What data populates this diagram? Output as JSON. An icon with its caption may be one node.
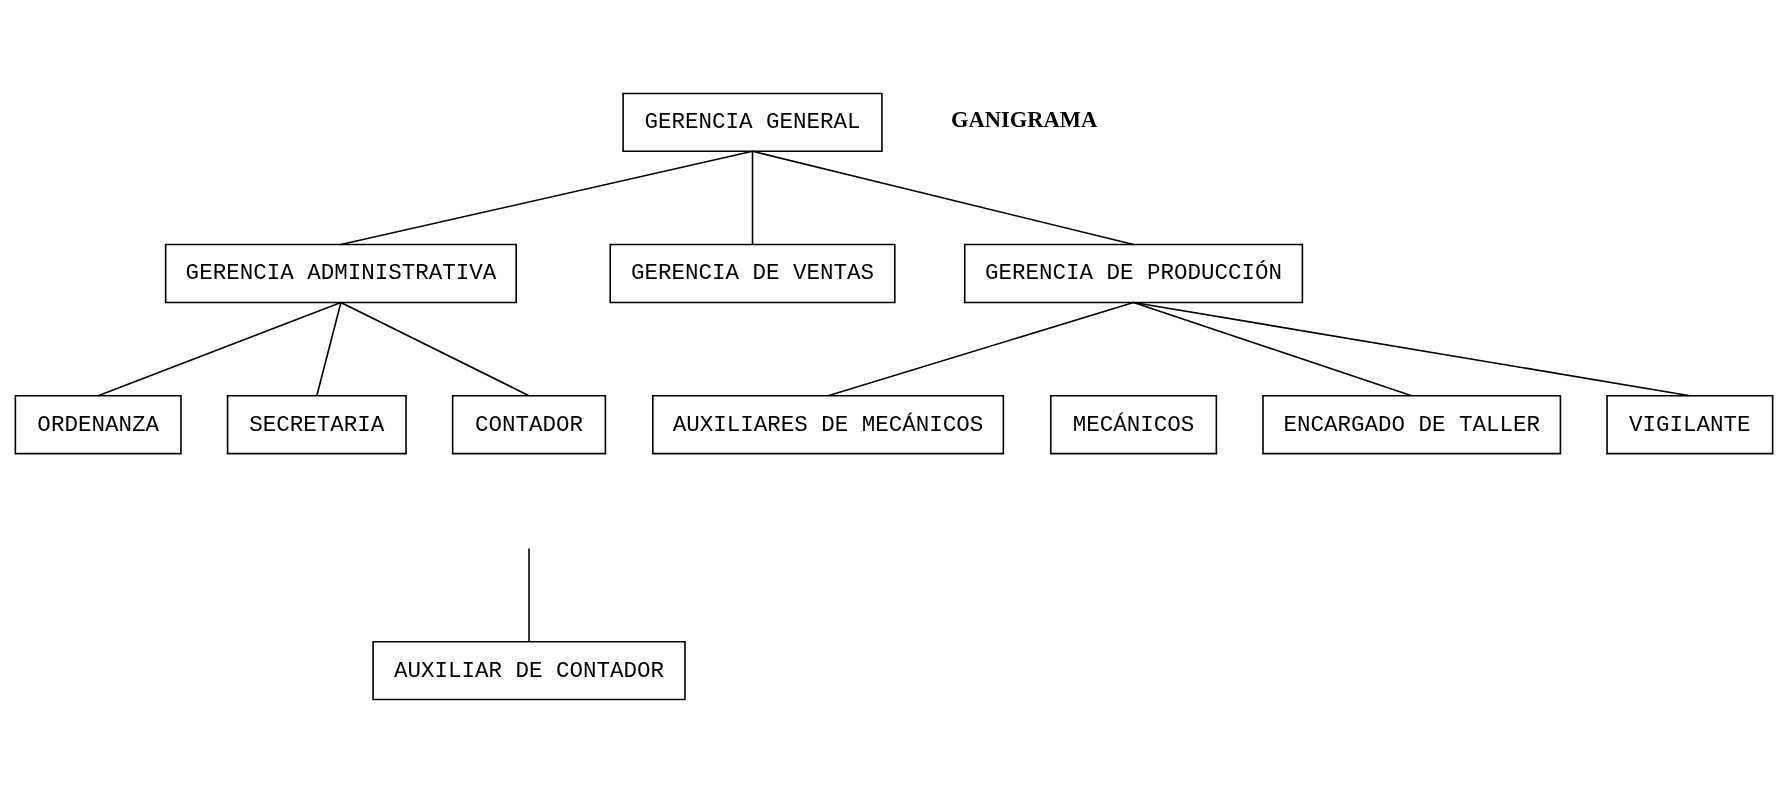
{
  "diagram": {
    "nodes": [
      {
        "text": [
          "GERENCIA GENERAL"
        ]
      },
      {
        "text": [
          "GERENCIA ADMINISTRATIVA"
        ]
      },
      {
        "text": [
          "GERENCIA DE VENTAS"
        ]
      },
      {
        "text": [
          "GERENCIA DE PRODUCCIÓN"
        ]
      },
      {
        "text": [
          "ORDENANZA"
        ]
      },
      {
        "text": [
          "SECRETARIA"
        ]
      },
      {
        "text": [
          "CONTADOR"
        ]
      },
      {
        "text": [
          "AUXILIAR DE CONTADOR"
        ]
      },
      {
        "text": [
          "AUXILIARES DE MECÁNICOS"
        ]
      },
      {
        "text": [
          "MECÁNICOS"
        ]
      },
      {
        "text": [
          "ENCARGADO DE TALLER"
        ]
      },
      {
        "text": [
          "VIGILANTE"
        ]
      }
    ],
    "edges": [
      {
        "from": 0,
        "to": 1,
        "arrow": "none"
      },
      {
        "from": 0,
        "to": 2,
        "arrow": "none"
      },
      {
        "from": 0,
        "to": 3,
        "arrow": "none"
      },
      {
        "from": 1,
        "to": 4,
        "arrow": "none"
      },
      {
        "from": 1,
        "to": 5,
        "arrow": "none"
      },
      {
        "from": 1,
        "to": 6,
        "arrow": "none"
      },
      {
        "from": null,
        "to": 7,
        "arrow": "none"
      },
      {
        "from": 3,
        "to": 8,
        "arrow": "none"
      },
      {
        "from": 3,
        "to": 10,
        "arrow": "none"
      },
      {
        "from": 3,
        "to": 11,
        "arrow": "none"
      }
    ],
    "labels": [
      "GANIGRAMA"
    ]
  }
}
